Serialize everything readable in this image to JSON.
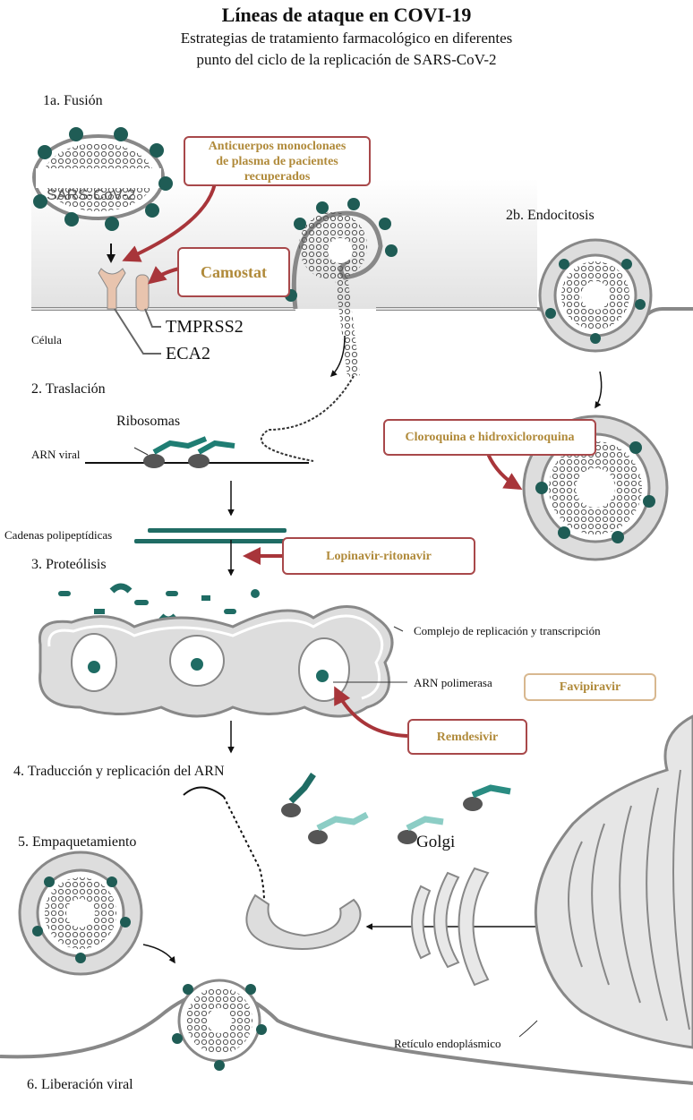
{
  "title": "Líneas de ataque en COVI-19",
  "subtitle": [
    "Estrategias de tratamiento farmacológico en diferentes",
    "punto del ciclo de la replicación de SARS-CoV-2"
  ],
  "colors": {
    "drug_text": "#b08a3a",
    "drug_border": "#a8484a",
    "arrow": "#a8353a",
    "spike": "#1f5c55",
    "cell": "#e6e6e6"
  },
  "steps": {
    "fusion": "1a. Fusión",
    "endocytosis": "2b. Endocitosis",
    "translation": "2. Traslación",
    "proteolysis": "3. Proteólisis",
    "replication": "4.  Traducción y replicación del ARN",
    "packaging": "5. Empaquetamiento",
    "release": "6. Liberación viral"
  },
  "labels": {
    "virus": "SARS-CoV-2",
    "tmprss2": "TMPRSS2",
    "eca2": "ECA2",
    "cell": "Célula",
    "ribosomes": "Ribosomas",
    "viral_rna": "ARN viral",
    "polypeptides": "Cadenas polipeptídicas",
    "complex": "Complejo de replicación y transcripción",
    "polymerase": "ARN polimerasa",
    "golgi": "Golgi",
    "er": "Retículo endoplásmico"
  },
  "drugs": {
    "antibodies": [
      "Anticuerpos monoclonaes",
      "de plasma de pacientes recuperados"
    ],
    "camostat": "Camostat",
    "chloroquine": "Cloroquina e hidroxicloroquina",
    "lopinavir": "Lopinavir-ritonavir",
    "favipiravir": "Favipiravir",
    "remdesivir": "Remdesivir"
  }
}
